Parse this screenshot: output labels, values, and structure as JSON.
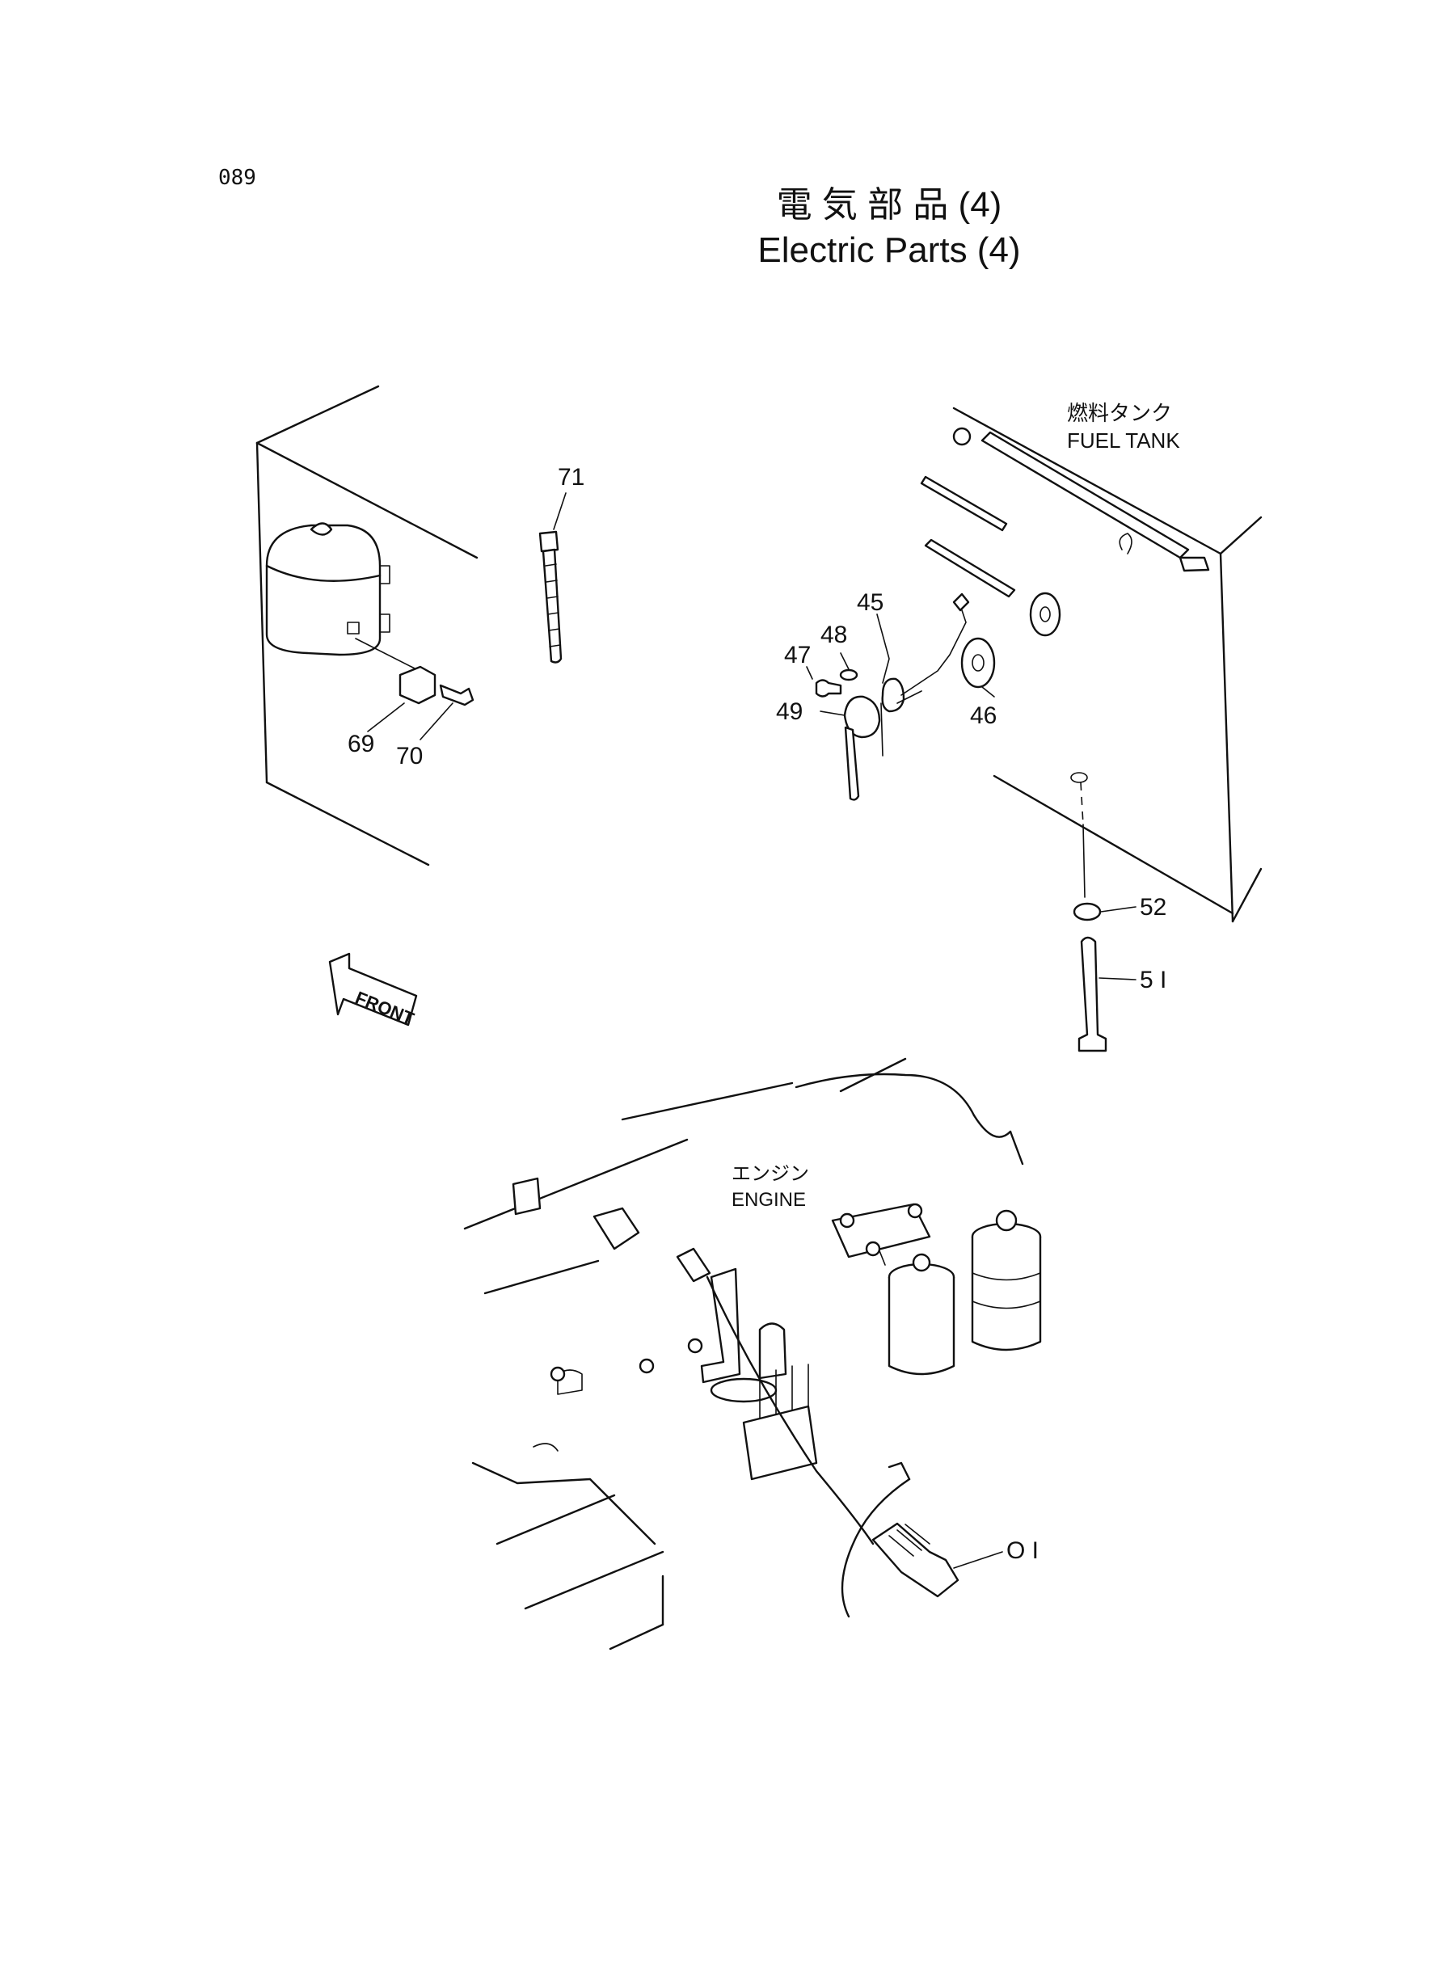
{
  "page_number": "089",
  "title_jp": "電 気 部 品 (4)",
  "title_en": "Electric Parts (4)",
  "labels": {
    "fuel_tank_jp": "燃料タンク",
    "fuel_tank_en": "FUEL TANK",
    "engine_jp": "エンジン",
    "engine_en": "ENGINE",
    "front": "FRONT"
  },
  "callouts": {
    "p01": "O I",
    "p45": "45",
    "p46": "46",
    "p47": "47",
    "p48": "48",
    "p49": "49",
    "p51": "5 I",
    "p52": "52",
    "p69": "69",
    "p70": "70",
    "p71": "71"
  }
}
